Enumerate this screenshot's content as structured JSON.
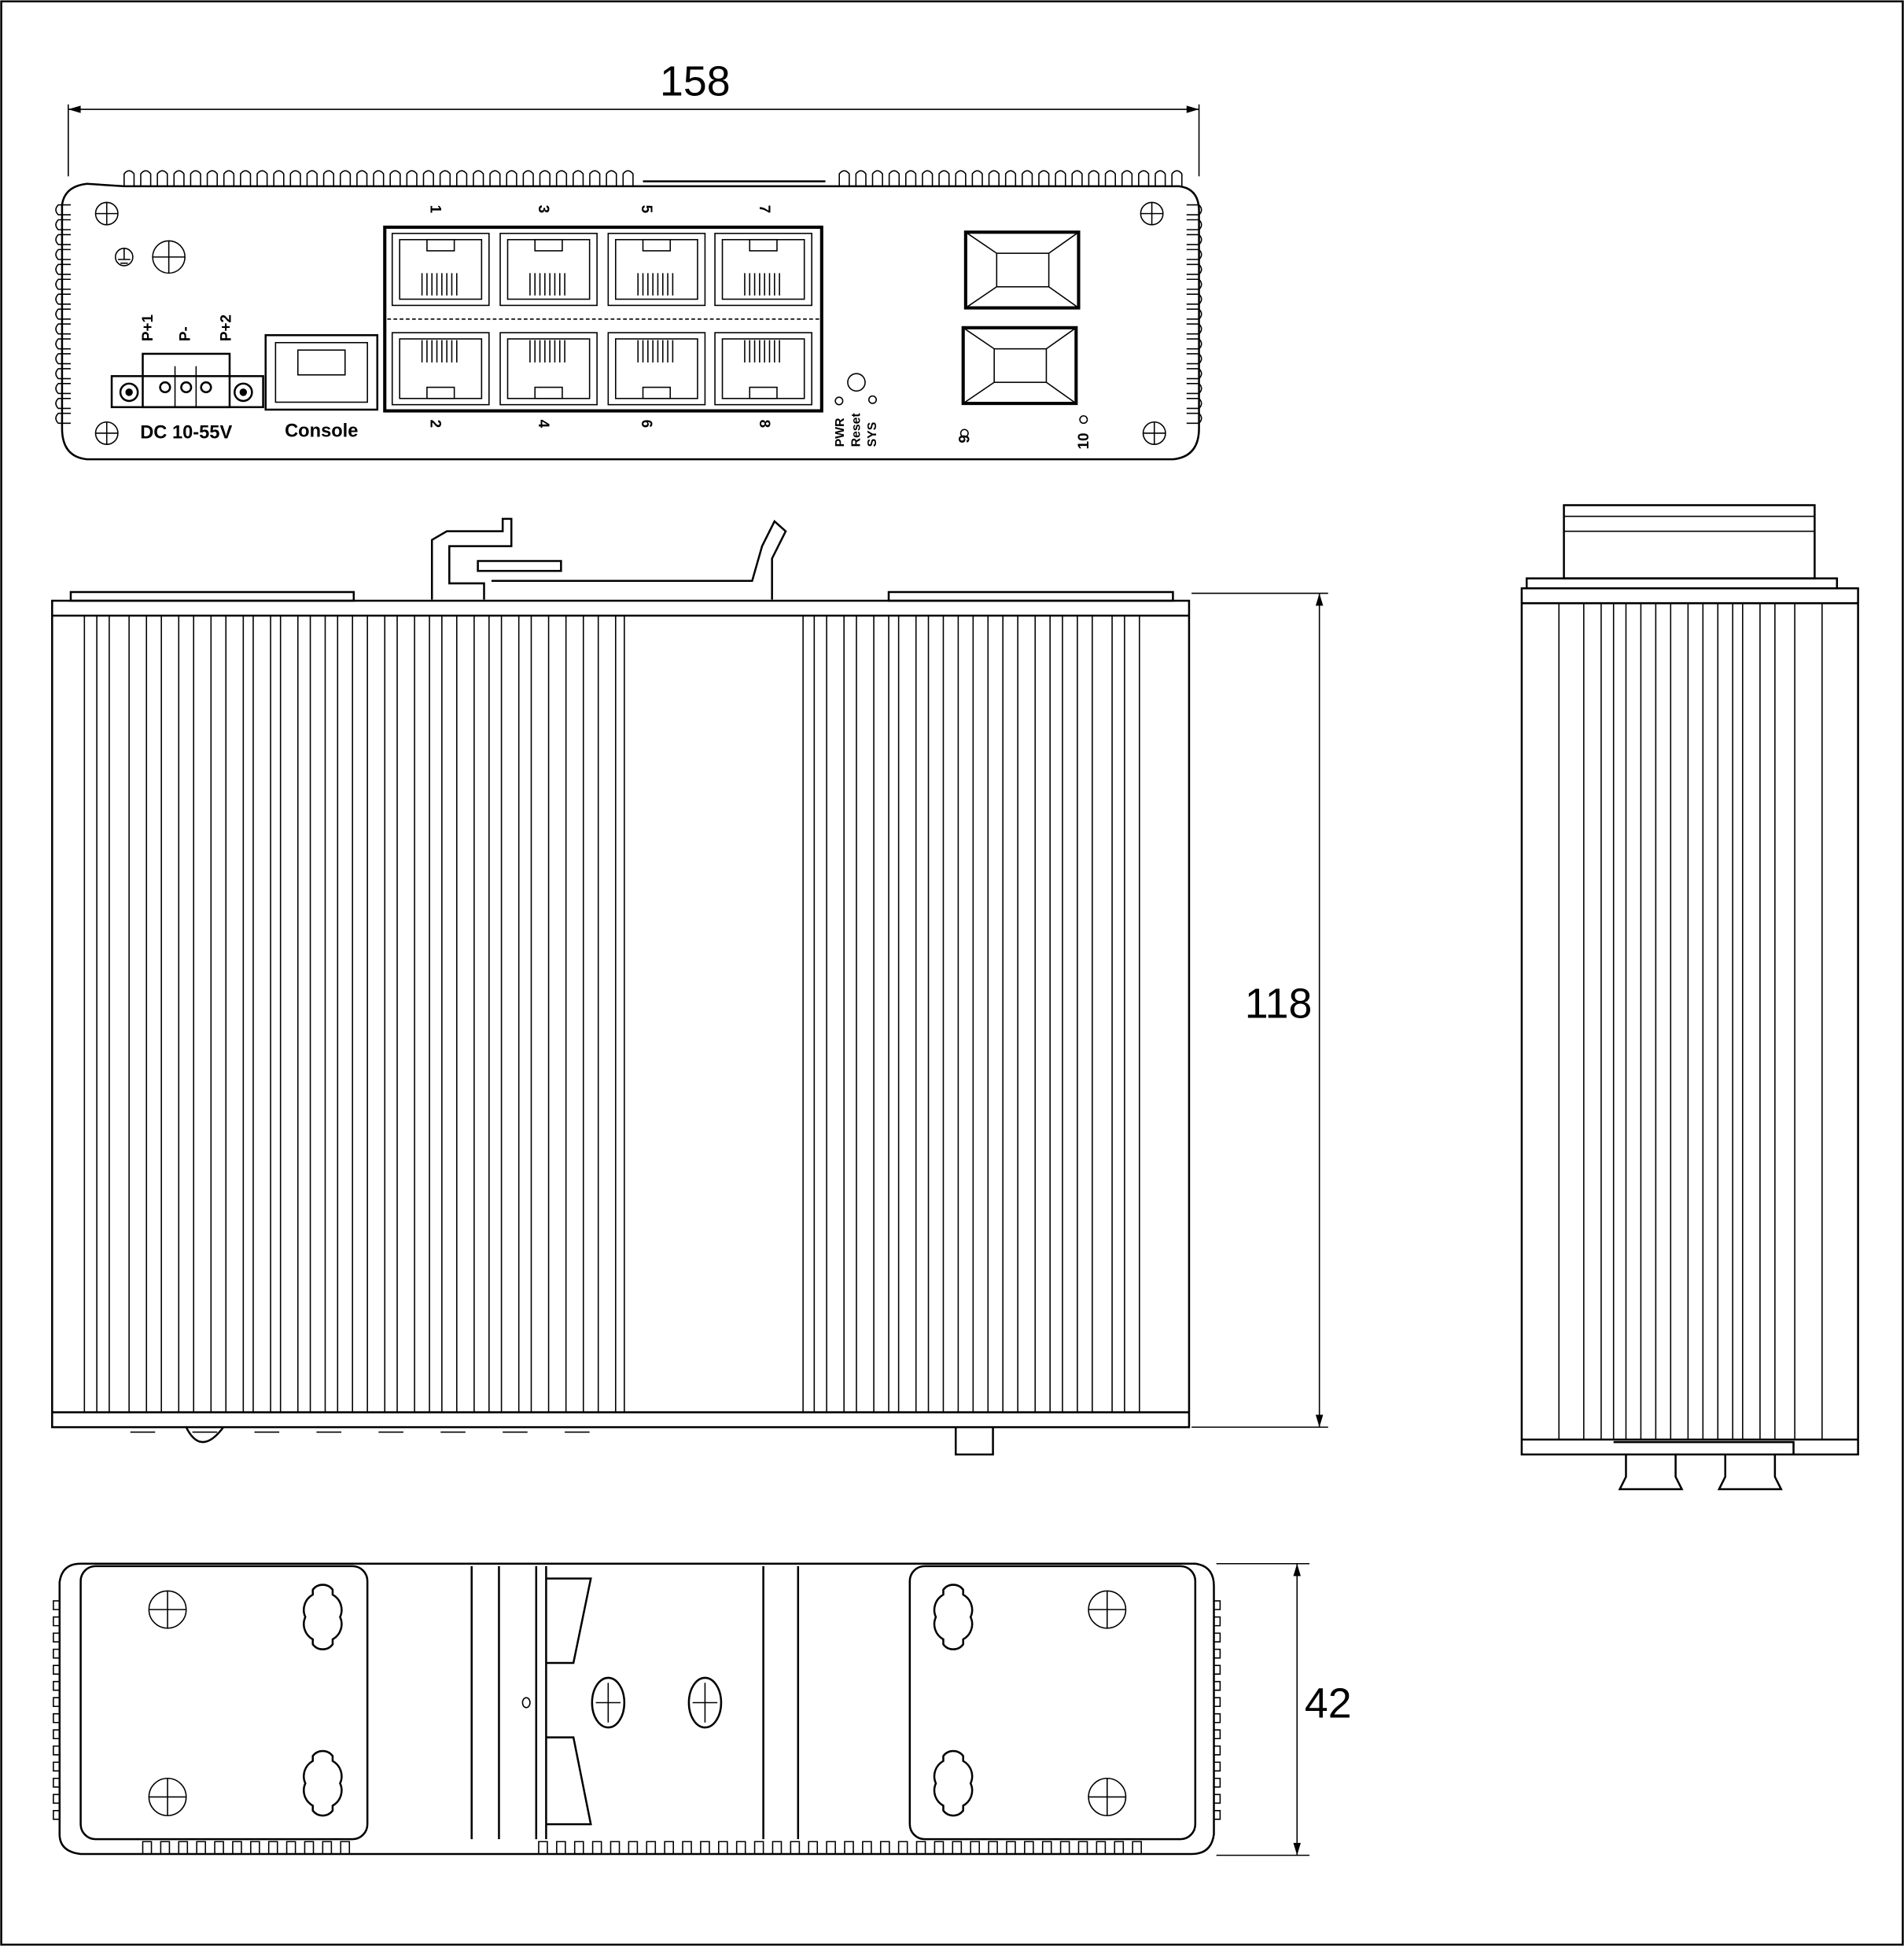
{
  "dimensions": {
    "width": "158",
    "depth": "118",
    "height": "42"
  },
  "front_panel": {
    "power_labels": [
      "P+1",
      "P-",
      "P+2"
    ],
    "power_rating": "DC 10-55V",
    "console_label": "Console",
    "port_numbers_top": [
      "1",
      "3",
      "5",
      "7"
    ],
    "port_numbers_bottom": [
      "2",
      "4",
      "6",
      "8"
    ],
    "led_labels": [
      "PWR",
      "Reset",
      "SYS"
    ],
    "sfp_labels": [
      "9",
      "10"
    ]
  }
}
